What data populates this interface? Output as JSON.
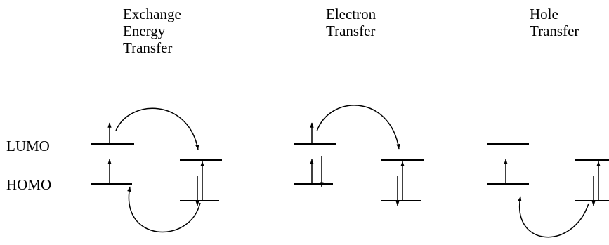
{
  "panels": [
    {
      "title_lines": [
        "Exchange",
        "Energy",
        "Transfer"
      ]
    },
    {
      "title_lines": [
        "Electron",
        "Transfer"
      ]
    },
    {
      "title_lines": [
        "Hole",
        "Transfer"
      ]
    }
  ],
  "levels": {
    "lumo": "LUMO",
    "homo": "HOMO"
  },
  "colors": {
    "ink": "#000000",
    "background": "#ffffff"
  }
}
